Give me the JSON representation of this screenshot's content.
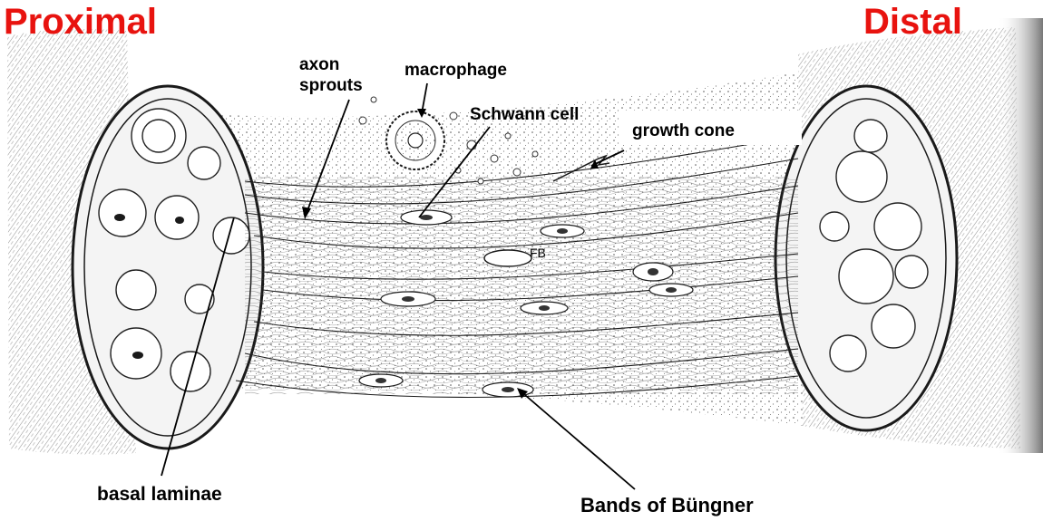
{
  "titles": {
    "proximal": "Proximal",
    "distal": "Distal",
    "color": "#e8130f"
  },
  "labels": {
    "axon_sprouts_line1": "axon",
    "axon_sprouts_line2": "sprouts",
    "macrophage": "macrophage",
    "schwann_cell": "Schwann cell",
    "growth_cone": "growth cone",
    "fibroblast": "FB",
    "basal_laminae": "basal laminae",
    "bands_of_bungner": "Bands of Büngner"
  },
  "colors": {
    "ink": "#1a1a1a",
    "paper": "#ffffff",
    "stipple": "#555555"
  }
}
